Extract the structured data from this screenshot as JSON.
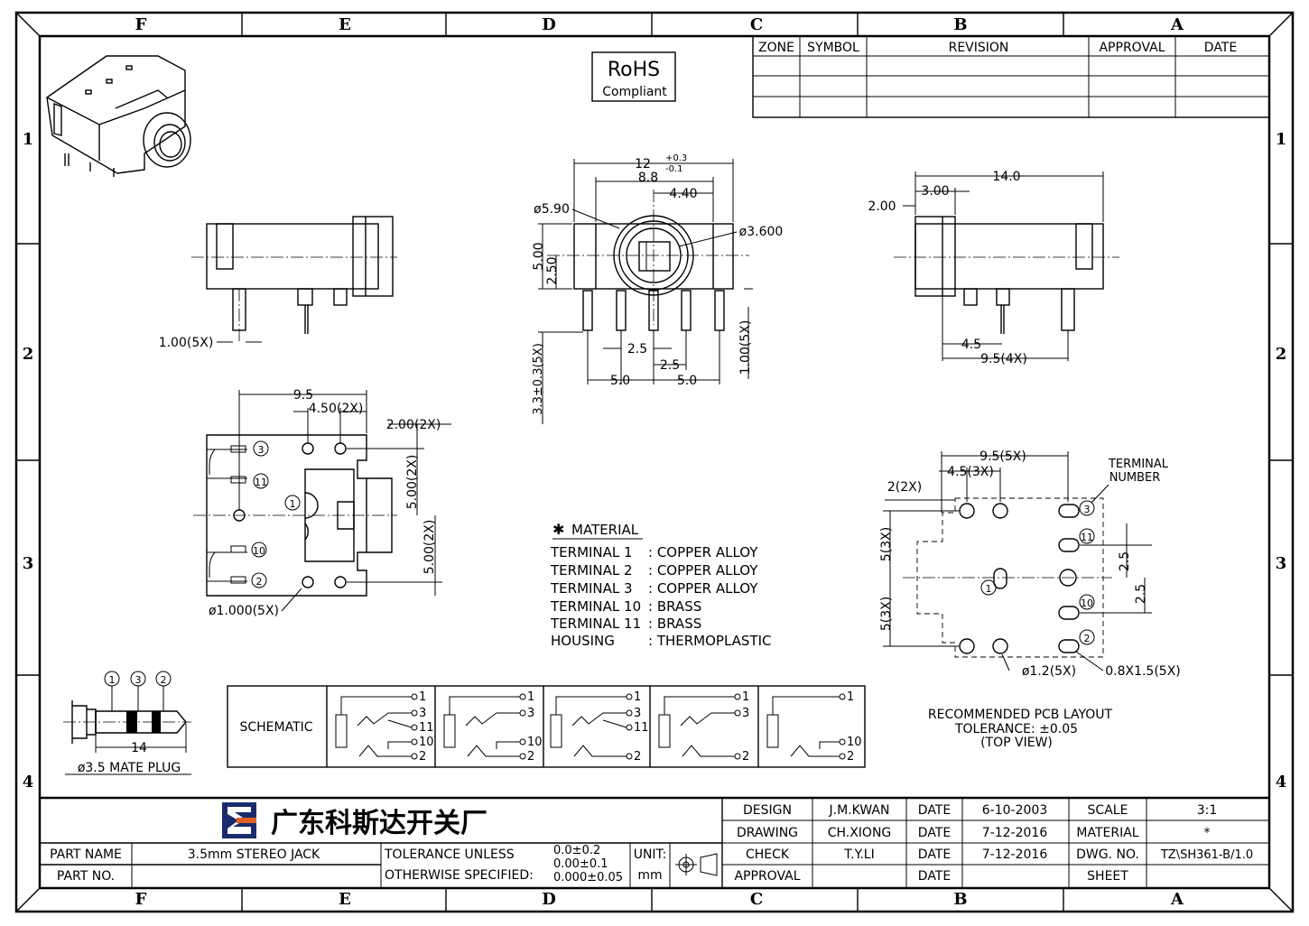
{
  "zones_top": [
    "F",
    "E",
    "D",
    "C",
    "B",
    "A"
  ],
  "zones_side": [
    "1",
    "2",
    "3",
    "4"
  ],
  "rohs": {
    "title": "RoHS",
    "subtitle": "Compliant"
  },
  "revision_table": {
    "headers": [
      "ZONE",
      "SYMBOL",
      "REVISION",
      "APPROVAL",
      "DATE"
    ]
  },
  "dims": {
    "side_pin": "1.00(5X)",
    "front_width": "12",
    "front_tol_plus": "+0.3",
    "front_tol_minus": "-0.1",
    "front_88": "8.8",
    "front_440": "4.40",
    "front_590": "ø5.90",
    "front_3600": "ø3.600",
    "front_500": "5.00",
    "front_250": "2.50",
    "front_25a": "2.5",
    "front_25b": "2.5",
    "front_50a": "5.0",
    "front_50b": "5.0",
    "front_pinlen": "3.3±0.3(5X)",
    "front_pinw": "1.00(5X)",
    "right_140": "14.0",
    "right_300": "3.00",
    "right_200": "2.00",
    "right_45": "4.5",
    "right_95": "9.5(4X)",
    "bot_95": "9.5",
    "bot_450": "4.50(2X)",
    "bot_200": "2.00(2X)",
    "bot_500a": "5.00(2X)",
    "bot_500b": "5.00(2X)",
    "bot_hole": "ø1.000(5X)",
    "pcb_95": "9.5(5X)",
    "pcb_45": "4.5(3X)",
    "pcb_2": "2(2X)",
    "pcb_5a": "5(3X)",
    "pcb_5b": "5(3X)",
    "pcb_25a": "2.5",
    "pcb_25b": "2.5",
    "pcb_hole": "ø1.2(5X)",
    "pcb_slot": "0.8X1.5(5X)",
    "terminal_number_1": "TERMINAL",
    "terminal_number_2": "NUMBER"
  },
  "pins": [
    "3",
    "11",
    "1",
    "10",
    "2"
  ],
  "material": {
    "title": "MATERIAL",
    "rows": [
      {
        "label": "TERMINAL  1",
        "value": ": COPPER  ALLOY"
      },
      {
        "label": "TERMINAL  2",
        "value": ": COPPER  ALLOY"
      },
      {
        "label": "TERMINAL  3",
        "value": ": COPPER  ALLOY"
      },
      {
        "label": "TERMINAL 10",
        "value": ": BRASS"
      },
      {
        "label": "TERMINAL 11",
        "value": ": BRASS"
      },
      {
        "label": "HOUSING",
        "value": ": THERMOPLASTIC"
      }
    ]
  },
  "pcb_note": {
    "line1": "RECOMMENDED PCB LAYOUT",
    "line2": "TOLERANCE: ±0.05",
    "line3": "(TOP  VIEW)"
  },
  "plug": {
    "dim": "14",
    "label": "ø3.5 MATE PLUG",
    "p1": "1",
    "p3": "3",
    "p2": "2"
  },
  "schematic": {
    "label": "SCHEMATIC"
  },
  "title_block": {
    "company": "广东科斯达开关厂",
    "part_name_label": "PART NAME",
    "part_name": "3.5mm  STEREO  JACK",
    "part_no_label": "PART NO.",
    "part_no": "",
    "tol1": "TOLERANCE  UNLESS",
    "tol2": "OTHERWISE  SPECIFIED:",
    "tol_v1": "0.0±0.2",
    "tol_v2": "0.00±0.1",
    "tol_v3": "0.000±0.05",
    "unit_label": "UNIT:",
    "unit": "mm",
    "design_label": "DESIGN",
    "design": "J.M.KWAN",
    "design_date": "6-10-2003",
    "drawing_label": "DRAWING",
    "drawing": "CH.XIONG",
    "drawing_date": "7-12-2016",
    "check_label": "CHECK",
    "check": "T.Y.LI",
    "check_date": "7-12-2016",
    "approval_label": "APPROVAL",
    "approval": "",
    "approval_date": "",
    "date_label": "DATE",
    "scale_label": "SCALE",
    "scale": "3:1",
    "material_label": "MATERIAL",
    "material": "*",
    "dwg_label": "DWG. NO.",
    "dwg": "TZ\\SH361-B/1.0",
    "sheet_label": "SHEET",
    "sheet": ""
  }
}
